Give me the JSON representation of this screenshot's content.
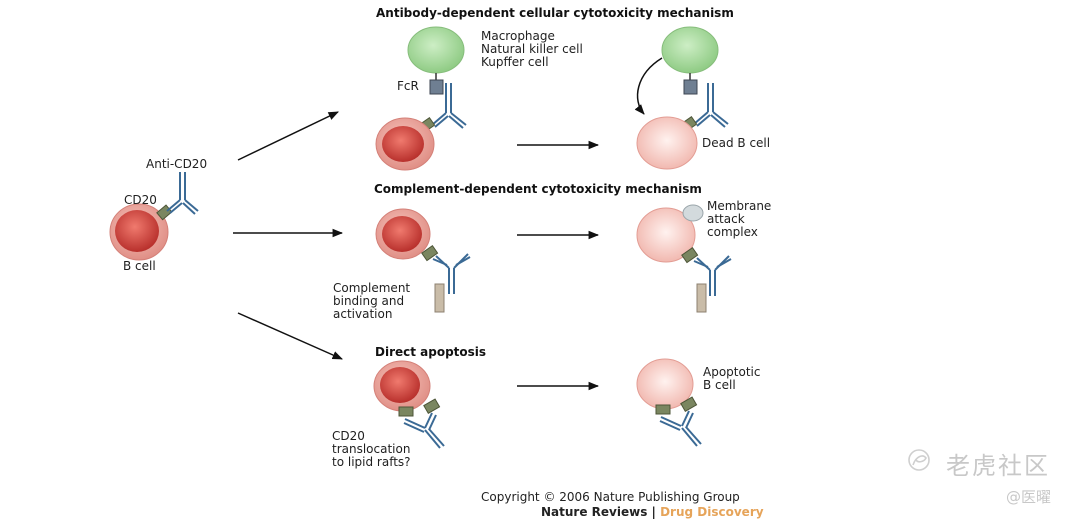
{
  "figure": {
    "start": {
      "antibody_label": "Anti-CD20",
      "cd20_label": "CD20",
      "cell_label": "B cell"
    },
    "mechanisms": [
      {
        "title": "Antibody-dependent cellular cytotoxicity mechanism",
        "effector_labels": [
          "Macrophage",
          "Natural killer cell",
          "Kupffer cell"
        ],
        "receptor_label": "FcR",
        "result_label": "Dead B cell"
      },
      {
        "title": "Complement-dependent cytotoxicity mechanism",
        "complement_labels": [
          "Complement",
          "binding and",
          "activation"
        ],
        "result_labels": [
          "Membrane",
          "attack",
          "complex"
        ]
      },
      {
        "title": "Direct apoptosis",
        "note_labels": [
          "CD20",
          "translocation",
          "to lipid rafts?"
        ],
        "result_labels": [
          "Apoptotic",
          "B cell"
        ]
      }
    ],
    "credit": {
      "copyright": "Copyright © 2006 Nature Publishing Group",
      "journal": "Nature Reviews",
      "separator": " | ",
      "section": "Drug Discovery"
    }
  },
  "watermark": {
    "brand": "老虎社区",
    "handle": "@医曜"
  },
  "colors": {
    "b_cell_outer": "#e8a29a",
    "b_cell_nucleus": "#c9413d",
    "dead_cell": "#f7c9c2",
    "effector_cell": "#a9d89f",
    "antibody": "#3b6a95",
    "cd20": "#7a8660",
    "fcr": "#6f7f92",
    "complement": "#c9bca8",
    "section_accent": "#e08a2a"
  }
}
